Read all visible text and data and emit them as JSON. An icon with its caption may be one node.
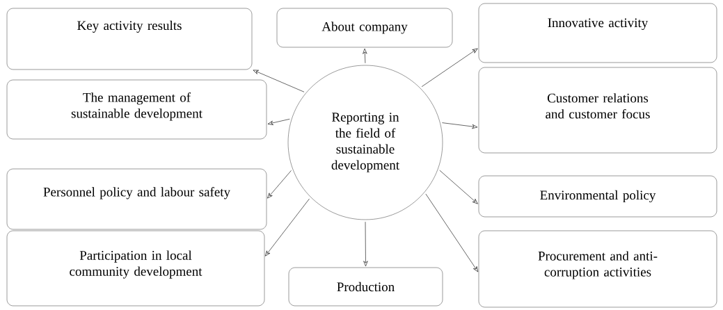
{
  "diagram": {
    "nodes": [
      {
        "text": [
          "Reporting in the field of sustainable development"
        ]
      },
      {
        "text": [
          "Key activity results"
        ]
      },
      {
        "text": [
          "About company"
        ]
      },
      {
        "text": [
          "Innovative activity"
        ]
      },
      {
        "text": [
          "The management of sustainable development"
        ]
      },
      {
        "text": [
          "Customer relations and customer focus"
        ]
      },
      {
        "text": [
          "Personnel policy and labour safety"
        ]
      },
      {
        "text": [
          "Environmental policy"
        ]
      },
      {
        "text": [
          "Participation in local community development"
        ]
      },
      {
        "text": [
          "Production"
        ]
      },
      {
        "text": [
          "Procurement and anti-corruption activities"
        ]
      }
    ],
    "edges": [
      {
        "from": 0,
        "to": 1,
        "arrow": "to"
      },
      {
        "from": 0,
        "to": 2,
        "arrow": "to"
      },
      {
        "from": 0,
        "to": 3,
        "arrow": "to"
      },
      {
        "from": 0,
        "to": 4,
        "arrow": "to"
      },
      {
        "from": 0,
        "to": 5,
        "arrow": "to"
      },
      {
        "from": 0,
        "to": 6,
        "arrow": "to"
      },
      {
        "from": 0,
        "to": 7,
        "arrow": "to"
      },
      {
        "from": 0,
        "to": 8,
        "arrow": "to"
      },
      {
        "from": 0,
        "to": 9,
        "arrow": "to"
      },
      {
        "from": 0,
        "to": 10,
        "arrow": "to"
      }
    ]
  }
}
